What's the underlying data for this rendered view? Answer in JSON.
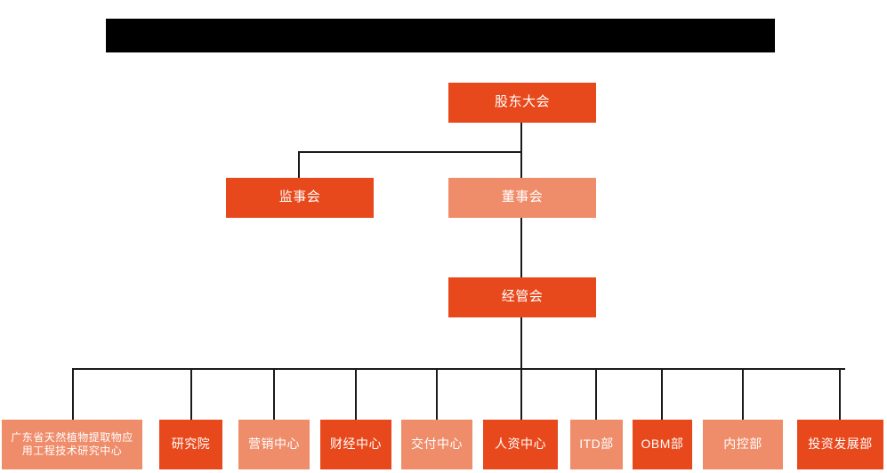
{
  "diagram": {
    "title_bar": {
      "name": "redacted-title-bar",
      "color": "#000000",
      "text": ""
    },
    "colors": {
      "accent_dark": "#e8491c",
      "accent_light": "#ef8c6a",
      "connector": "#1a1a1a",
      "background": "#ffffff",
      "label_text": "#ffffff"
    },
    "nodes": {
      "shareholders_meeting": "股东大会",
      "board_of_supervisors": "监事会",
      "board_of_directors": "董事会",
      "management_committee": "经管会"
    },
    "departments": [
      {
        "label": "广东省天然植物提取物应\n用工程技术研究中心",
        "tone": "light"
      },
      {
        "label": "研究院",
        "tone": "dark"
      },
      {
        "label": "营销中心",
        "tone": "light"
      },
      {
        "label": "财经中心",
        "tone": "dark"
      },
      {
        "label": "交付中心",
        "tone": "light"
      },
      {
        "label": "人资中心",
        "tone": "dark"
      },
      {
        "label": "ITD部",
        "tone": "light"
      },
      {
        "label": "OBM部",
        "tone": "dark"
      },
      {
        "label": "内控部",
        "tone": "light"
      },
      {
        "label": "投资发展部",
        "tone": "dark"
      }
    ]
  }
}
